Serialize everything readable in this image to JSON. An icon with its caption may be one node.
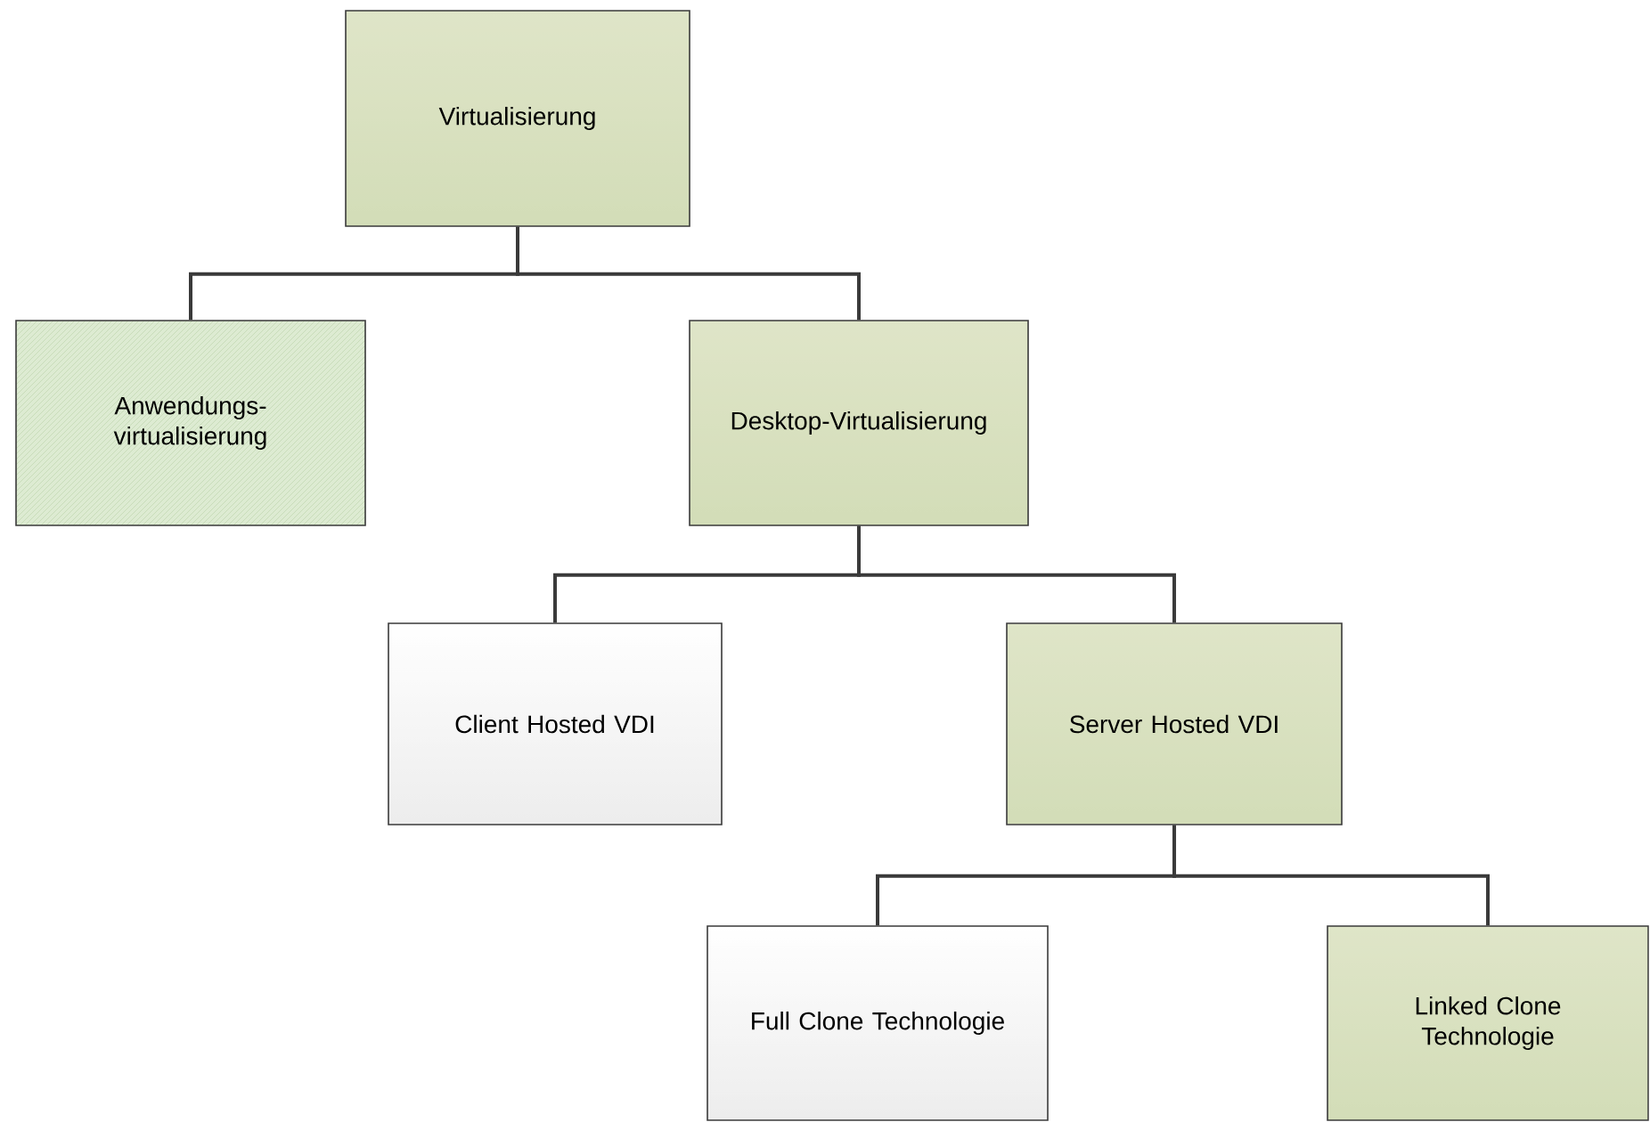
{
  "diagram": {
    "nodes": [
      {
        "text": [
          "Virtualisierung"
        ]
      },
      {
        "text": [
          "Anwendungs-virtualisierung"
        ]
      },
      {
        "text": [
          "Desktop-Virtualisierung"
        ]
      },
      {
        "text": [
          "Client Hosted VDI"
        ]
      },
      {
        "text": [
          "Server Hosted VDI"
        ]
      },
      {
        "text": [
          "Full Clone Technologie"
        ]
      },
      {
        "text": [
          "Linked Clone Technologie"
        ]
      }
    ],
    "edges": [
      {
        "from": 0,
        "to": 1,
        "arrow": "none"
      },
      {
        "from": 0,
        "to": 2,
        "arrow": "none"
      },
      {
        "from": 2,
        "to": 3,
        "arrow": "none"
      },
      {
        "from": 2,
        "to": 4,
        "arrow": "none"
      },
      {
        "from": 4,
        "to": 5,
        "arrow": "none"
      },
      {
        "from": 4,
        "to": 6,
        "arrow": "none"
      }
    ]
  }
}
